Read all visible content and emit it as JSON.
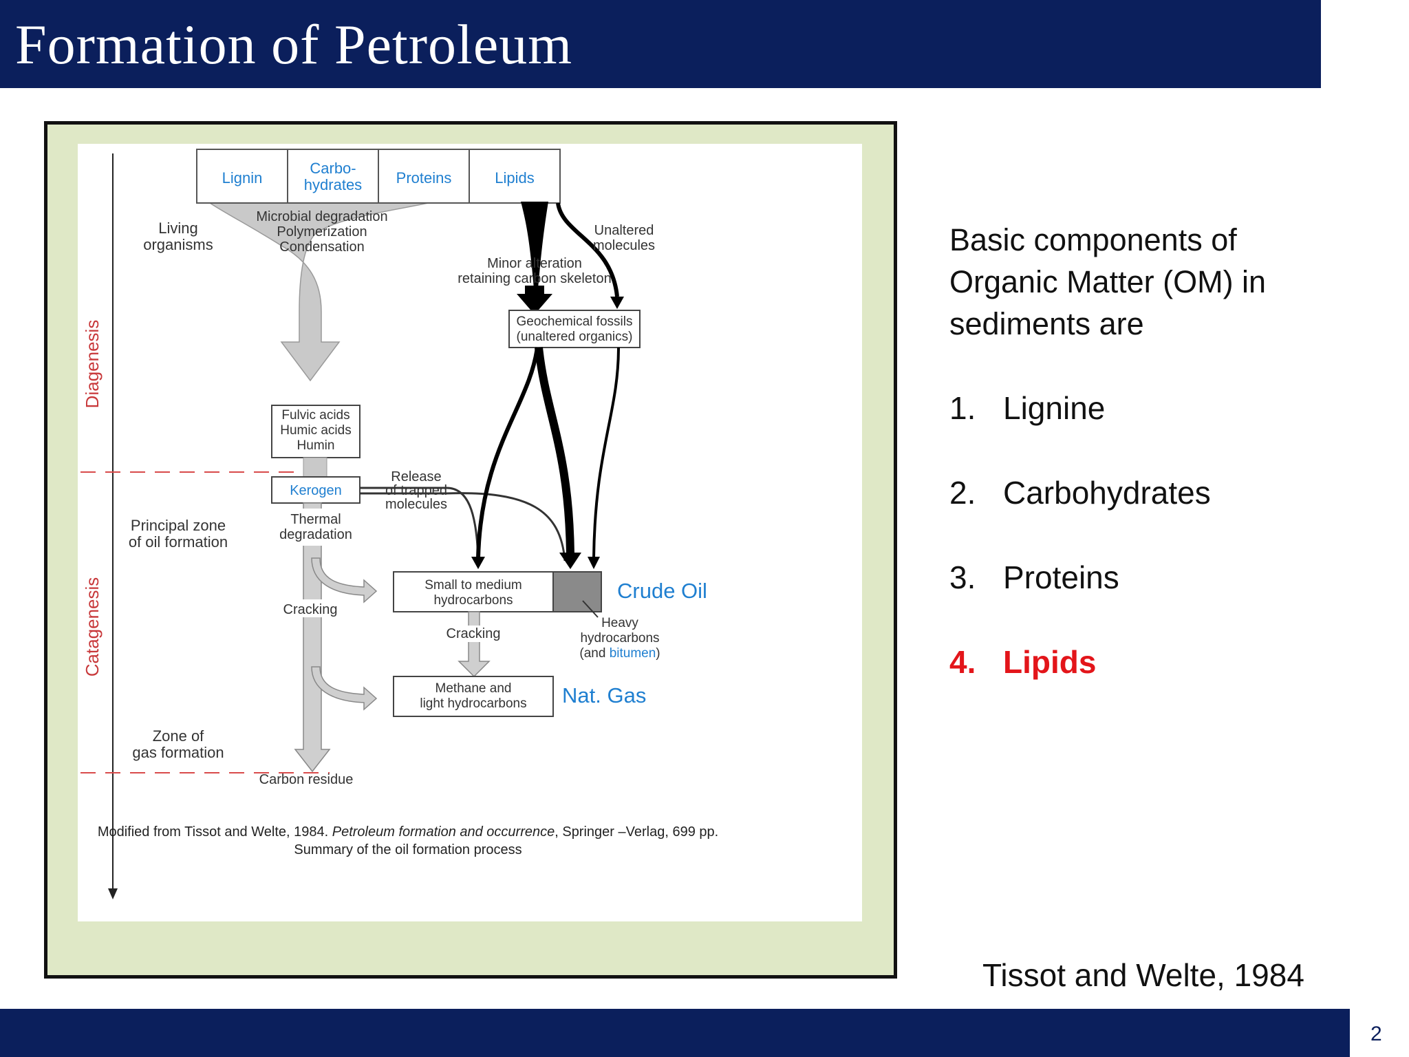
{
  "slide": {
    "title": "Formation of Petroleum",
    "page_number": "2",
    "colors": {
      "bar": "#0b1f5c",
      "highlight": "#e3151a",
      "diagram_blue": "#1f7fd0",
      "stage_red": "#c8383a"
    }
  },
  "diagram": {
    "components": [
      "Lignin",
      "Carbo-",
      "hydrates",
      "Proteins",
      "Lipids"
    ],
    "stages": {
      "diagenesis": "Diagenesis",
      "catagenesis": "Catagenesis"
    },
    "left_labels": {
      "living_1": "Living",
      "living_2": "organisms",
      "oil_zone_1": "Principal zone",
      "oil_zone_2": "of oil formation",
      "gas_zone_1": "Zone of",
      "gas_zone_2": "gas formation"
    },
    "process": {
      "microbial": "Microbial degradation",
      "polymerization": "Polymerization",
      "condensation": "Condensation",
      "unaltered_1": "Unaltered",
      "unaltered_2": "molecules",
      "minor_1": "Minor alteration",
      "minor_2": "retaining carbon skeleton",
      "release_1": "Release",
      "release_2": "of trapped",
      "release_3": "molecules",
      "thermal_1": "Thermal",
      "thermal_2": "degradation",
      "cracking_main": "Cracking",
      "cracking_small": "Cracking",
      "carbon_residue": "Carbon residue"
    },
    "boxes": {
      "geofossils_1": "Geochemical fossils",
      "geofossils_2": "(unaltered organics)",
      "fulvic": "Fulvic acids",
      "humic": "Humic acids",
      "humin": "Humin",
      "kerogen": "Kerogen",
      "small_hc_1": "Small to medium",
      "small_hc_2": "hydrocarbons",
      "methane_1": "Methane and",
      "methane_2": "light hydrocarbons"
    },
    "products": {
      "crude_oil": "Crude Oil",
      "nat_gas": "Nat. Gas"
    },
    "heavy": {
      "line1": "Heavy",
      "line2": "hydrocarbons",
      "line3_pre": "(and ",
      "bitumen": "bitumen",
      "line3_post": ")"
    },
    "caption": {
      "line1_pre": "Modified from Tissot and Welte, 1984. ",
      "line1_italic": "Petroleum formation and occurrence",
      "line1_post": ", Springer –Verlag, 699 pp.",
      "line2": "Summary of the oil formation process"
    }
  },
  "content": {
    "intro_lines": [
      "Basic components of",
      "Organic Matter (OM) in",
      "sediments are"
    ],
    "components": [
      {
        "num": "1.",
        "label": "Lignine"
      },
      {
        "num": "2.",
        "label": "Carbohydrates"
      },
      {
        "num": "3.",
        "label": "Proteins"
      },
      {
        "num": "4.",
        "label": "Lipids"
      }
    ],
    "citation": "Tissot and Welte, 1984"
  }
}
